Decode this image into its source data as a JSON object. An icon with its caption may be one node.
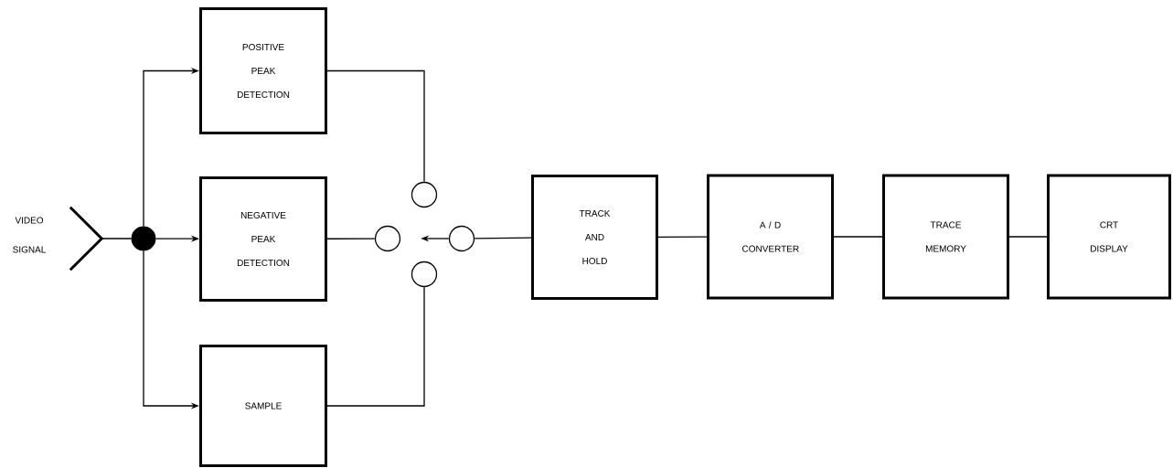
{
  "diagram": {
    "nodes": [
      {
        "text": [],
        "shape": "picture",
        "beside": [
          "VIDEO SIGNAL"
        ]
      },
      {
        "text": [],
        "shape": "circle"
      },
      {
        "text": [
          "POSITIVE PEAK DETECTION"
        ]
      },
      {
        "text": [
          "NEGATIVE PEAK DETECTION"
        ]
      },
      {
        "text": [
          "SAMPLE"
        ]
      },
      {
        "text": [],
        "shape": "circle"
      },
      {
        "text": [],
        "shape": "circle"
      },
      {
        "text": [],
        "shape": "circle"
      },
      {
        "text": [],
        "shape": "circle"
      },
      {
        "text": [
          "TRACK AND HOLD"
        ]
      },
      {
        "text": [
          "A / D CONVERTER"
        ]
      },
      {
        "text": [
          "TRACE MEMORY"
        ]
      },
      {
        "text": [
          "CRT DISPLAY"
        ]
      }
    ],
    "edges": [
      {
        "from": 0,
        "to": 1,
        "arrow": "none"
      },
      {
        "from": 1,
        "to": 2,
        "arrow": "to"
      },
      {
        "from": 1,
        "to": 3,
        "arrow": "to"
      },
      {
        "from": 1,
        "to": 4,
        "arrow": "to"
      },
      {
        "from": 2,
        "to": 5,
        "arrow": "none"
      },
      {
        "from": 3,
        "to": 6,
        "arrow": "none"
      },
      {
        "from": 4,
        "to": 7,
        "arrow": "none"
      },
      {
        "from": 8,
        "to": 6,
        "arrow": "to"
      },
      {
        "from": 8,
        "to": 9,
        "arrow": "none"
      },
      {
        "from": 9,
        "to": 10,
        "arrow": "none"
      },
      {
        "from": 10,
        "to": 11,
        "arrow": "none"
      },
      {
        "from": 11,
        "to": 12,
        "arrow": "none"
      }
    ]
  }
}
